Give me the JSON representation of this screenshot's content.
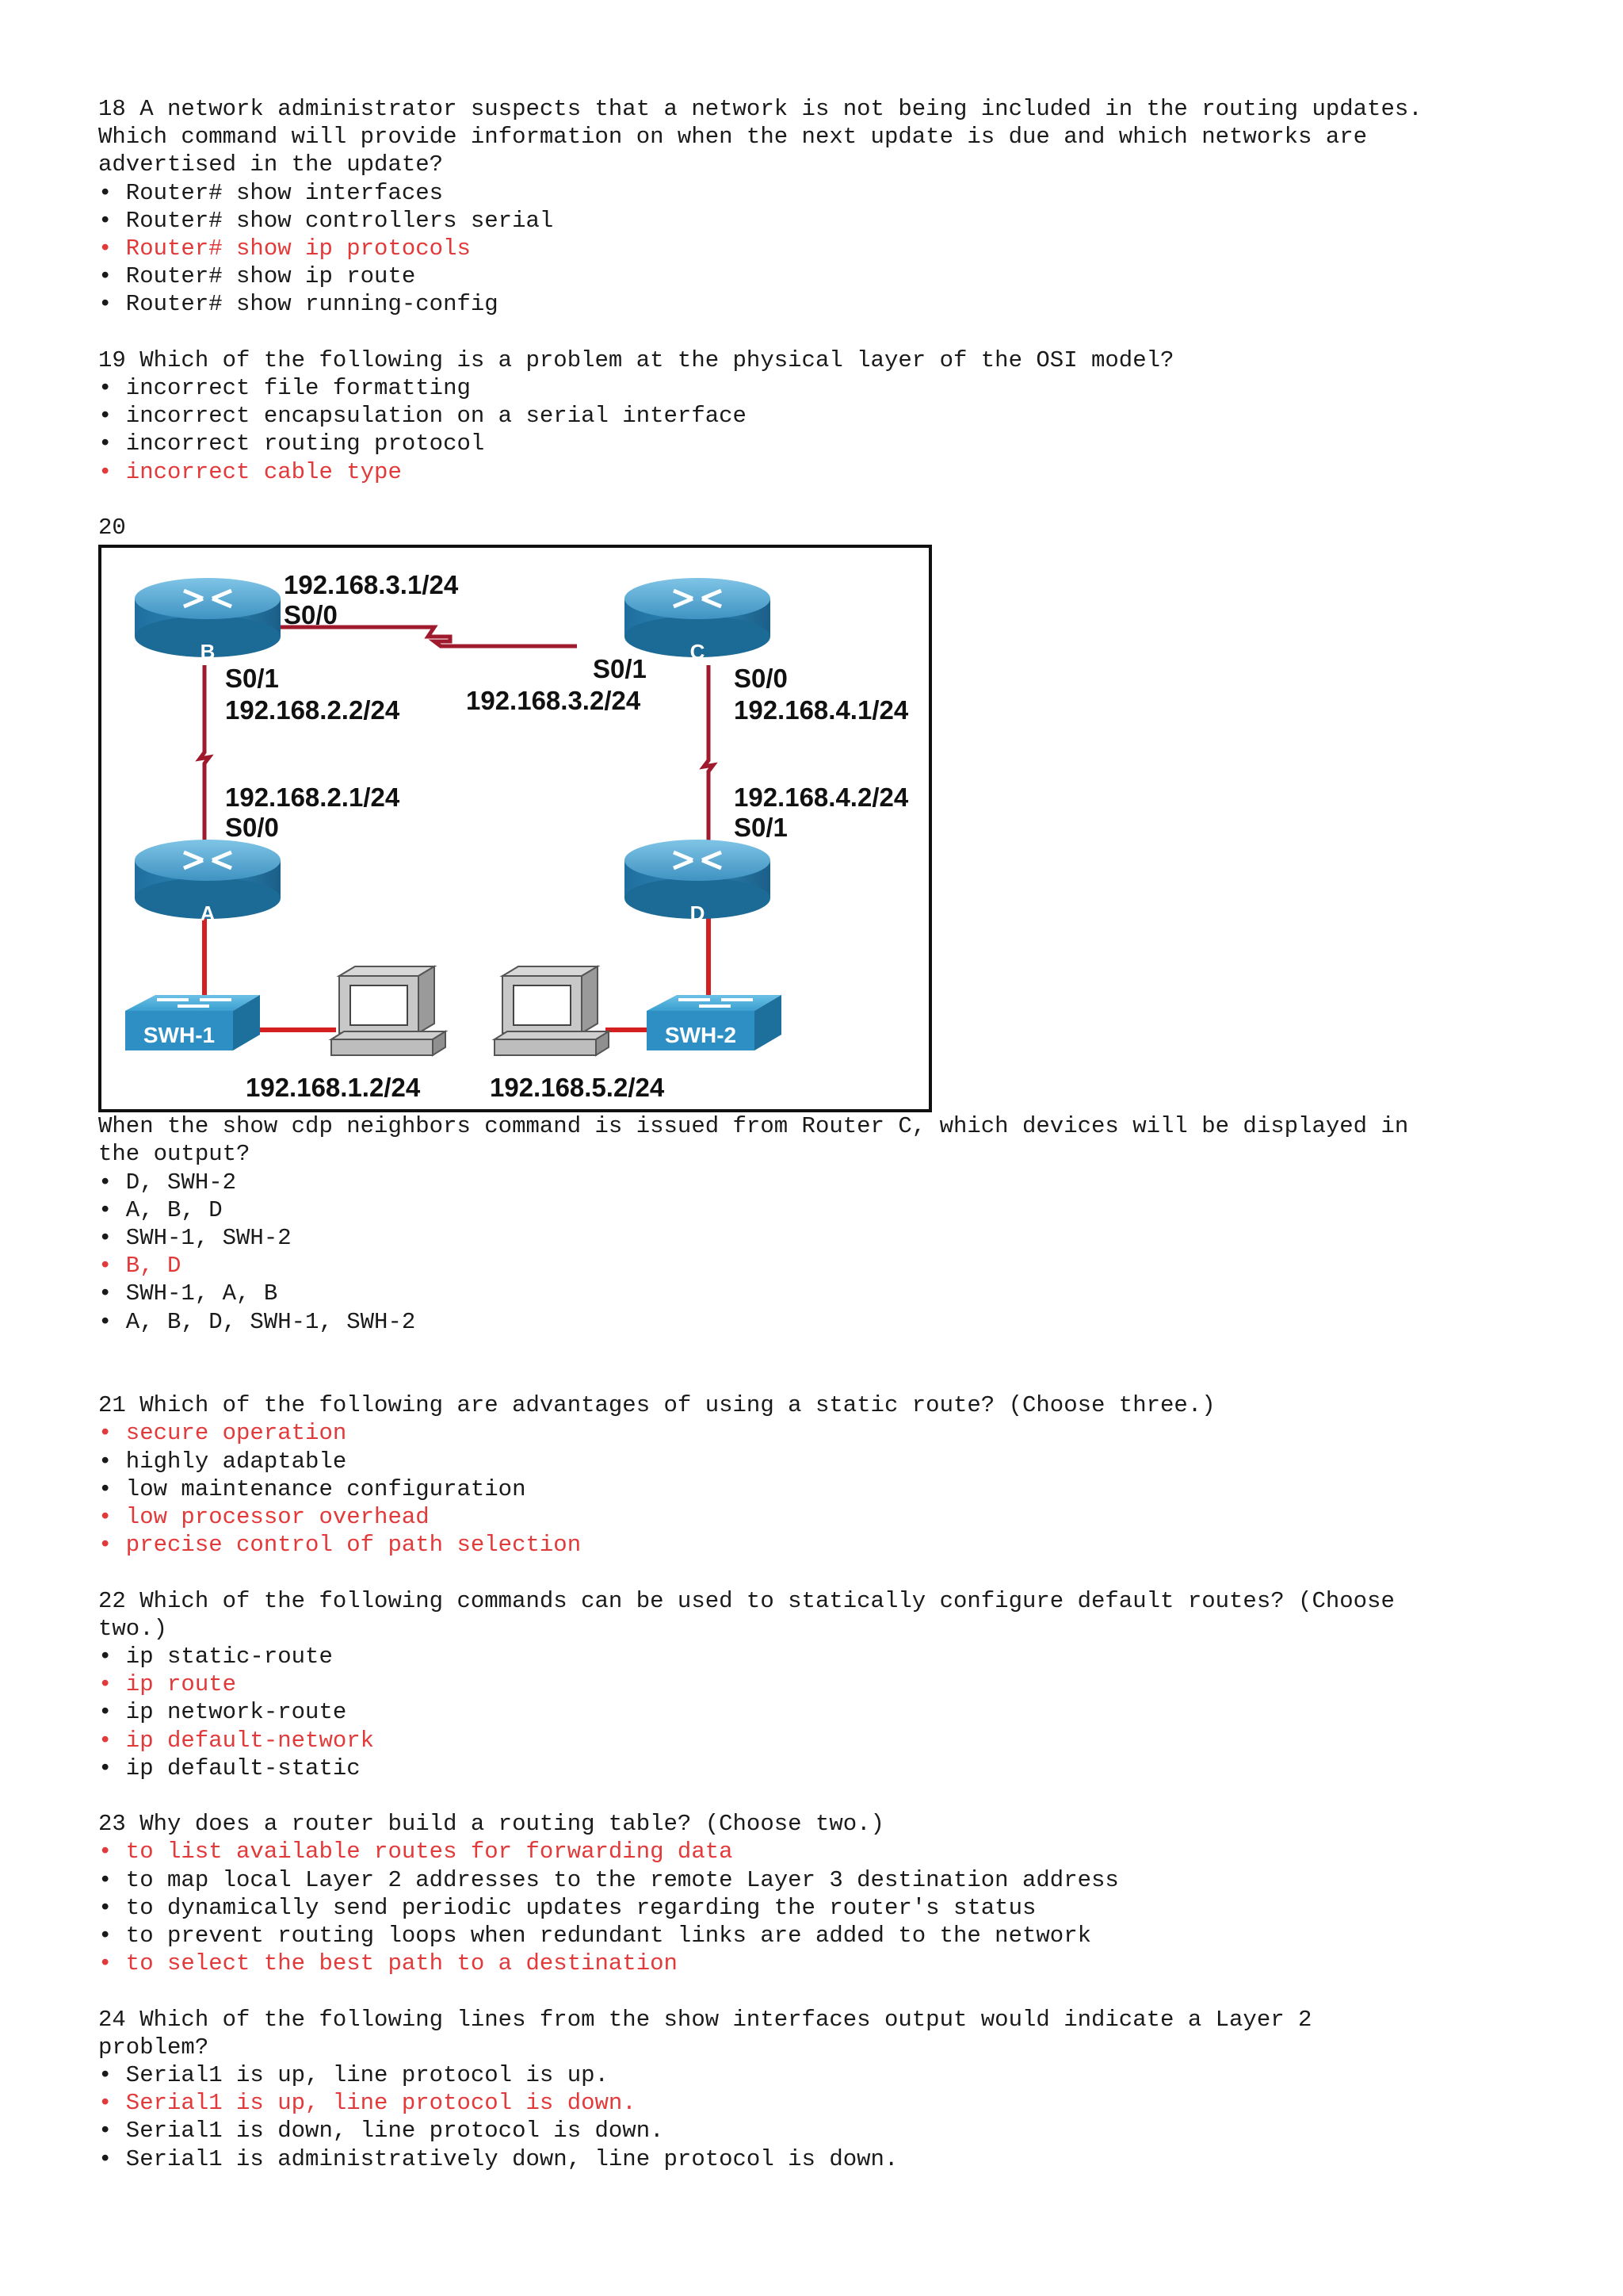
{
  "answer_color": "#e23a3a",
  "questions": [
    {
      "number": "18",
      "text_lines": [
        "18 A network administrator suspects that a network is not being included in the routing updates.",
        "Which command will provide information on when the next update is due and which networks are",
        "advertised in the update?"
      ],
      "options": [
        {
          "text": "• Router# show interfaces",
          "correct": false
        },
        {
          "text": "• Router# show controllers serial",
          "correct": false
        },
        {
          "text": "• Router# show ip protocols",
          "correct": true
        },
        {
          "text": "• Router# show ip route",
          "correct": false
        },
        {
          "text": "• Router# show running-config",
          "correct": false
        }
      ]
    },
    {
      "number": "19",
      "text_lines": [
        "19 Which of the following is a problem at the physical layer of the OSI model?"
      ],
      "options": [
        {
          "text": "• incorrect file formatting",
          "correct": false
        },
        {
          "text": "• incorrect encapsulation on a serial interface",
          "correct": false
        },
        {
          "text": "• incorrect routing protocol",
          "correct": false
        },
        {
          "text": "• incorrect cable type",
          "correct": true
        }
      ]
    }
  ],
  "q20": {
    "number": "20",
    "figure": {
      "routers": {
        "a": "A",
        "b": "B",
        "c": "C",
        "d": "D"
      },
      "switches": {
        "swh1": "SWH-1",
        "swh2": "SWH-2"
      },
      "labels": {
        "b_s00_ip": "192.168.3.1/24",
        "b_s00": "S0/0",
        "b_s01": "S0/1",
        "b_s01_ip": "192.168.2.2/24",
        "c_s01": "S0/1",
        "c_s01_ip": "192.168.3.2/24",
        "c_s00": "S0/0",
        "c_s00_ip": "192.168.4.1/24",
        "a_s00_ip": "192.168.2.1/24",
        "a_s00": "S0/0",
        "d_s01_ip": "192.168.4.2/24",
        "d_s01": "S0/1",
        "pc1_ip": "192.168.1.2/24",
        "pc2_ip": "192.168.5.2/24"
      }
    },
    "text_lines": [
      "When the show cdp neighbors command is issued from Router C, which devices will be displayed in",
      "the output?"
    ],
    "options": [
      {
        "text": "• D, SWH-2",
        "correct": false
      },
      {
        "text": "• A, B, D",
        "correct": false
      },
      {
        "text": "• SWH-1, SWH-2",
        "correct": false
      },
      {
        "text": "• B, D",
        "correct": true
      },
      {
        "text": "• SWH-1, A, B",
        "correct": false
      },
      {
        "text": "• A, B, D, SWH-1, SWH-2",
        "correct": false
      }
    ]
  },
  "questions_after": [
    {
      "number": "21",
      "text_lines": [
        "21 Which of the following are advantages of using a static route? (Choose three.)"
      ],
      "options": [
        {
          "text": "• secure operation",
          "correct": true
        },
        {
          "text": "• highly adaptable",
          "correct": false
        },
        {
          "text": "• low maintenance configuration",
          "correct": false
        },
        {
          "text": "• low processor overhead",
          "correct": true
        },
        {
          "text": "• precise control of path selection",
          "correct": true
        }
      ]
    },
    {
      "number": "22",
      "text_lines": [
        "22 Which of the following commands can be used to statically configure default routes? (Choose",
        "two.)"
      ],
      "options": [
        {
          "text": "• ip static-route",
          "correct": false
        },
        {
          "text": "• ip route",
          "correct": true
        },
        {
          "text": "• ip network-route",
          "correct": false
        },
        {
          "text": "• ip default-network",
          "correct": true
        },
        {
          "text": "• ip default-static",
          "correct": false
        }
      ]
    },
    {
      "number": "23",
      "text_lines": [
        "23 Why does a router build a routing table? (Choose two.)"
      ],
      "options": [
        {
          "text": "• to list available routes for forwarding data",
          "correct": true
        },
        {
          "text": "• to map local Layer 2 addresses to the remote Layer 3 destination address",
          "correct": false
        },
        {
          "text": "• to dynamically send periodic updates regarding the router's status",
          "correct": false
        },
        {
          "text": "• to prevent routing loops when redundant links are added to the network",
          "correct": false
        },
        {
          "text": "• to select the best path to a destination",
          "correct": true
        }
      ]
    },
    {
      "number": "24",
      "text_lines": [
        "24 Which of the following lines from the show interfaces output would indicate a Layer 2",
        "problem?"
      ],
      "options": [
        {
          "text": "• Serial1 is up, line protocol is up.",
          "correct": false
        },
        {
          "text": "• Serial1 is up, line protocol is down.",
          "correct": true
        },
        {
          "text": "• Serial1 is down, line protocol is down.",
          "correct": false
        },
        {
          "text": "• Serial1 is administratively down, line protocol is down.",
          "correct": false
        }
      ]
    }
  ]
}
